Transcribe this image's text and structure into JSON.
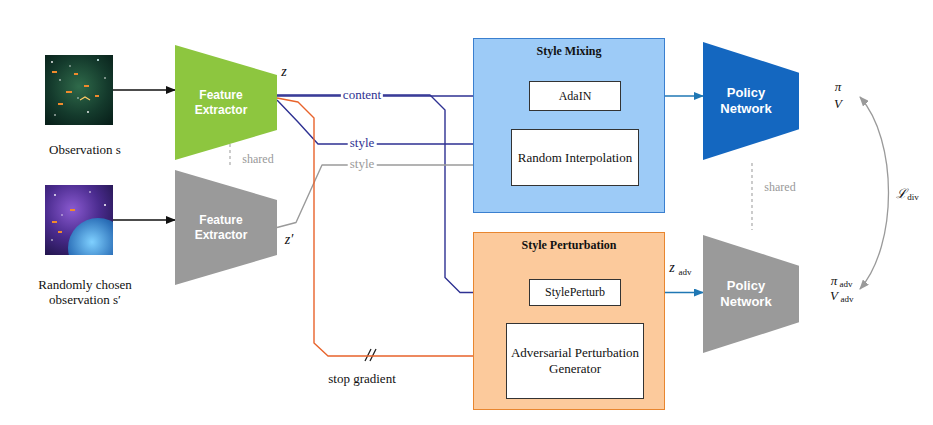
{
  "diagram": {
    "nodes": [
      {
        "text": [
          "Observation s"
        ]
      },
      {
        "text": [
          "Feature Extractor"
        ]
      },
      {
        "text": [
          "Randomly chosen observation s′"
        ]
      },
      {
        "text": [
          "Feature Extractor"
        ]
      },
      {
        "text": [
          "Style Mixing"
        ]
      },
      {
        "text": [
          "AdaIN"
        ],
        "in": 4
      },
      {
        "text": [
          "Random Interpolation"
        ],
        "in": 4
      },
      {
        "text": [
          "Style Perturbation"
        ]
      },
      {
        "text": [
          "StylePerturb"
        ],
        "in": 7
      },
      {
        "text": [
          "Adversarial Perturbation Generator"
        ],
        "in": 7
      },
      {
        "text": [
          "Policy Network"
        ]
      },
      {
        "text": [
          "Policy Network"
        ]
      }
    ],
    "edges": [
      {
        "from": 0,
        "to": 1,
        "arrow": "to"
      },
      {
        "from": 2,
        "to": 3,
        "arrow": "to"
      },
      {
        "from": 1,
        "to": 5,
        "label": "content",
        "arrow": "to"
      },
      {
        "from": 1,
        "to": 8,
        "arrow": "to"
      },
      {
        "from": 1,
        "to": 6,
        "label": "style",
        "arrow": "to"
      },
      {
        "from": 3,
        "to": 6,
        "label": "style",
        "arrow": "to"
      },
      {
        "from": 1,
        "to": 9,
        "label": "stop gradient",
        "arrow": "to"
      },
      {
        "from": 6,
        "to": 5,
        "arrow": "to"
      },
      {
        "from": 9,
        "to": 8,
        "arrow": "to"
      },
      {
        "from": 5,
        "to": 10,
        "arrow": "to"
      },
      {
        "from": 8,
        "to": 11,
        "arrow": "to"
      }
    ],
    "labels": [
      "z",
      "shared",
      "z′",
      "shared",
      "z",
      "adv",
      "π",
      "V",
      "π",
      "adv",
      "V",
      "adv",
      "ℒ",
      "div"
    ]
  }
}
